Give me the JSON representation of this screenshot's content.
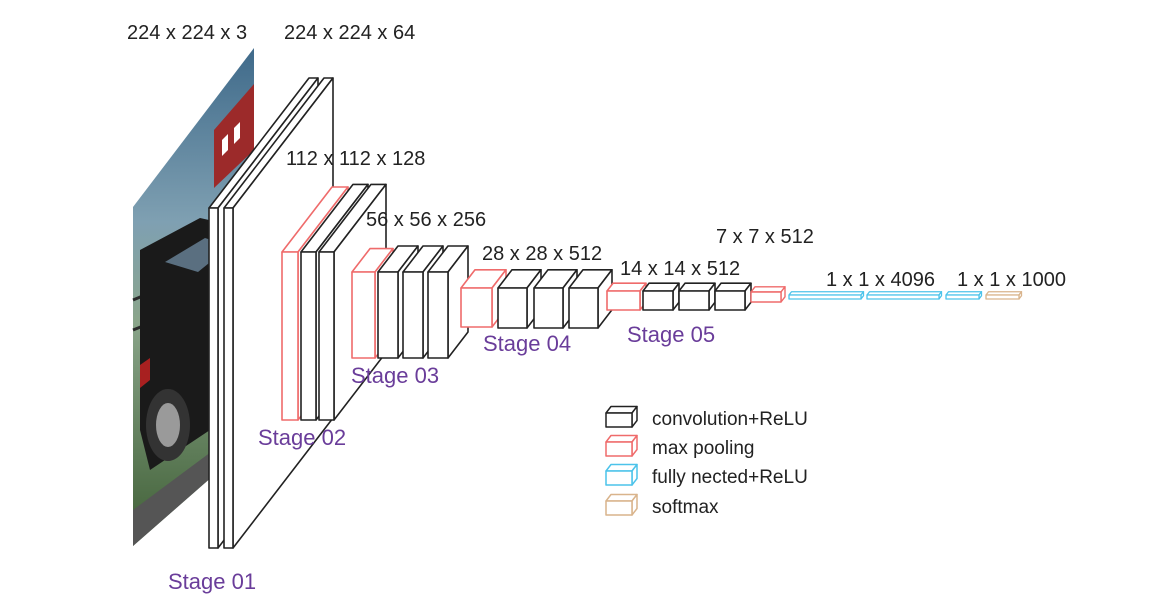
{
  "colors": {
    "conv": "#222222",
    "pool": "#ef6b6b",
    "fc": "#4cc3ea",
    "softmax": "#d9b48c",
    "stage": "#6a3d9a"
  },
  "input_image": {
    "icon": "car-photo-image"
  },
  "dims": {
    "input": "224 x 224 x 3",
    "conv1": "224 x 224 x 64",
    "conv2": "112 x 112 x 128",
    "conv3": "56 x 56 x 256",
    "conv4": "28 x 28 x 512",
    "conv5": "14 x 14 x 512",
    "pool5": "7 x 7 x 512",
    "fc": "1 x 1 x 4096",
    "out": "1 x 1 x 1000"
  },
  "stages": {
    "s1": "Stage 01",
    "s2": "Stage 02",
    "s3": "Stage 03",
    "s4": "Stage 04",
    "s5": "Stage 05"
  },
  "legend": {
    "conv": "convolution+ReLU",
    "pool": "max pooling",
    "fc": "fully nected+ReLU",
    "softmax": "softmax"
  }
}
